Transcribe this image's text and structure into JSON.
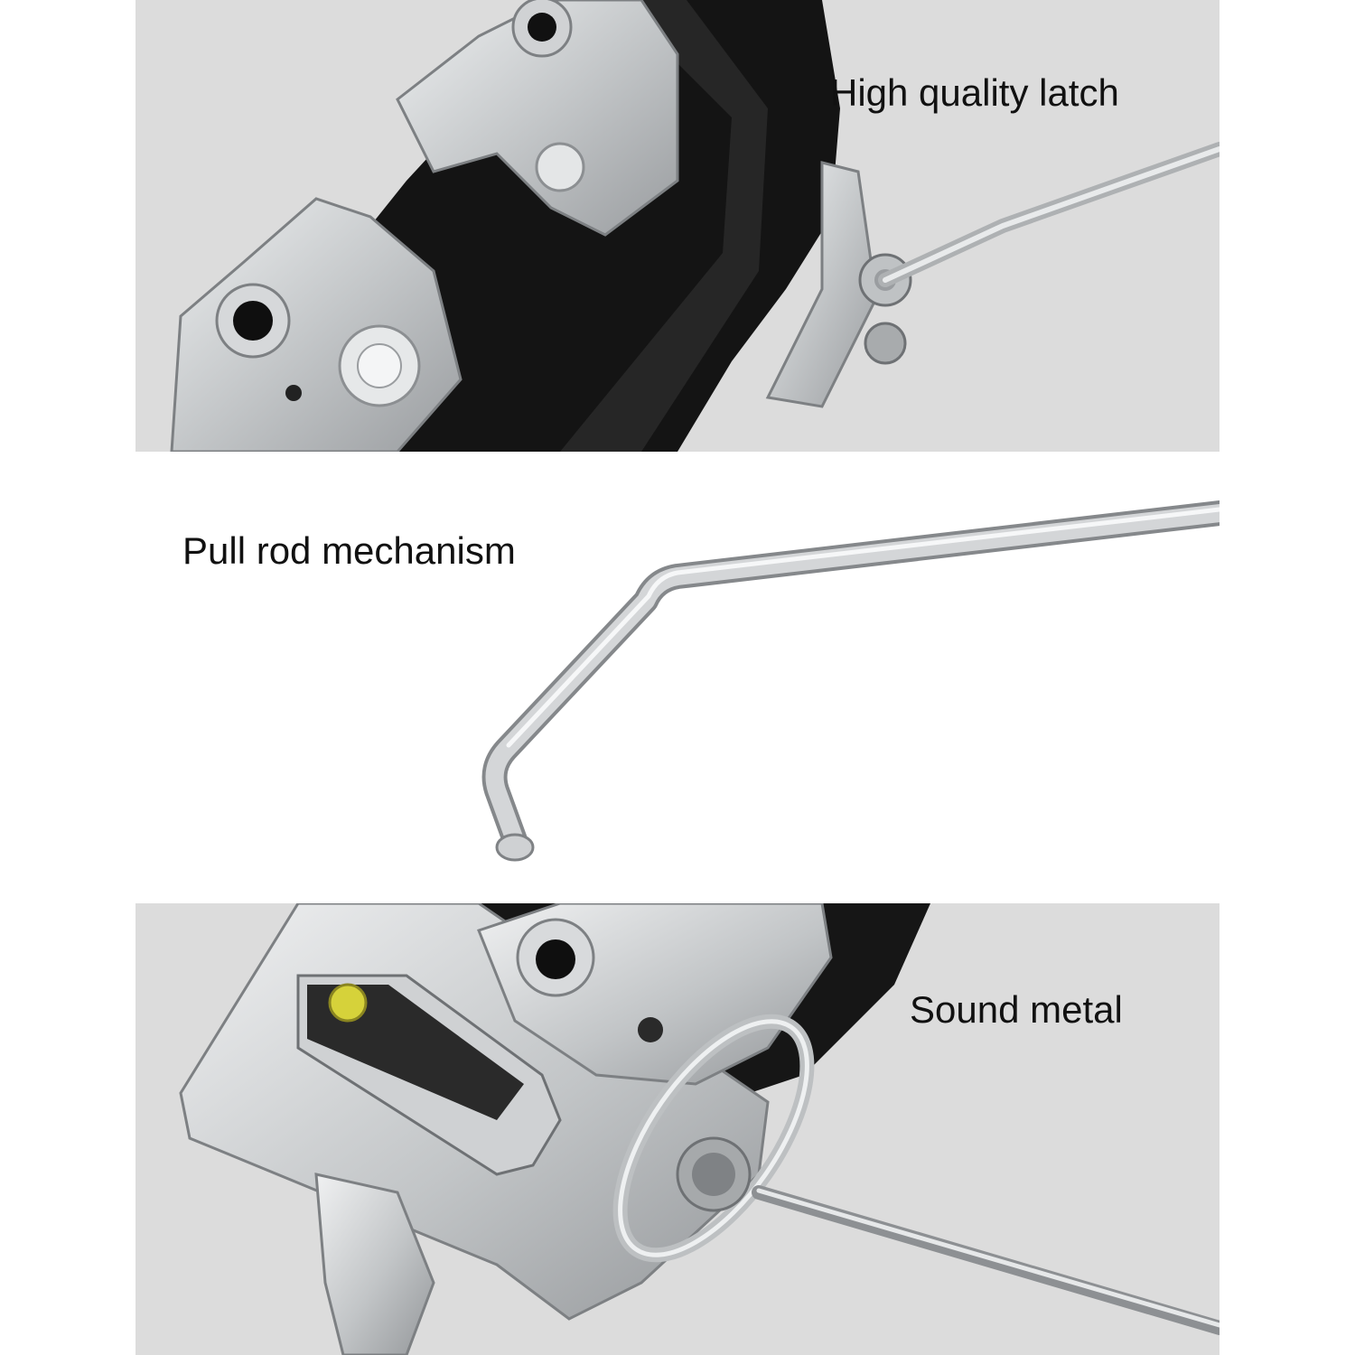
{
  "panels": [
    {
      "caption": "High quality latch",
      "background": "#dcdcdc",
      "subject": "latch close-up"
    },
    {
      "caption": "Pull rod mechanism",
      "background": "#ffffff",
      "subject": "bent steel pull rod"
    },
    {
      "caption": "Sound metal",
      "background": "#dcdcdc",
      "subject": "latch plate and rod"
    }
  ],
  "colors": {
    "metal": "#c9cbcd",
    "metal_dark": "#8c8f92",
    "rubber": "#1a1a1a",
    "background": "#dcdcdc"
  }
}
